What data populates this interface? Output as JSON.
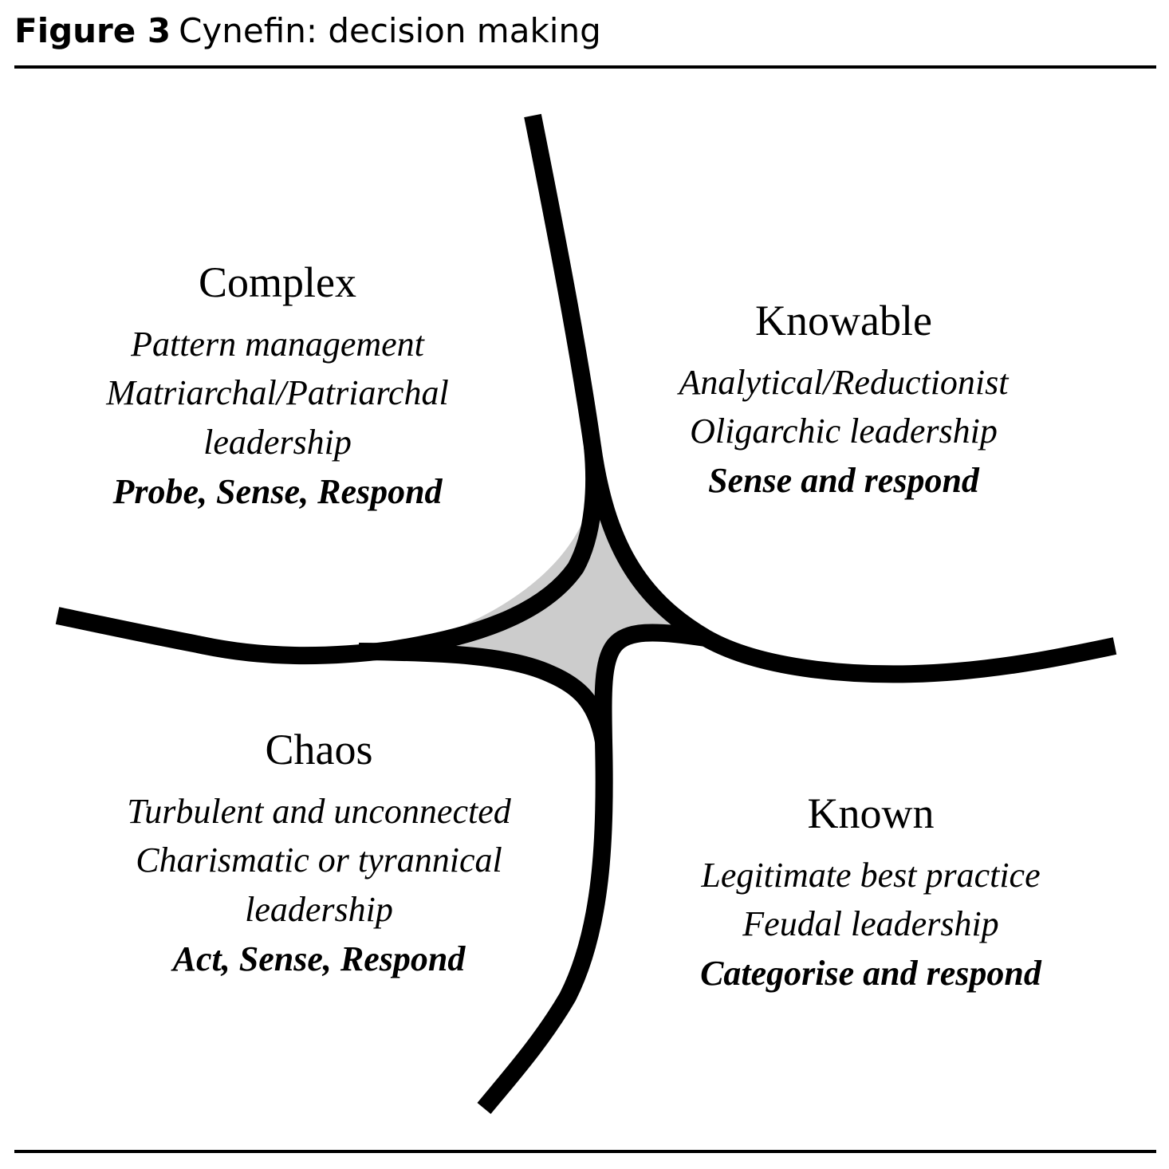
{
  "caption": {
    "label": "Figure",
    "number": "3",
    "text": "Cynefin: decision making"
  },
  "domains": {
    "complex": {
      "title": "Complex",
      "lines": [
        "Pattern management",
        "Matriarchal/Patriarchal",
        "leadership"
      ],
      "action": "Probe, Sense, Respond"
    },
    "knowable": {
      "title": "Knowable",
      "lines": [
        "Analytical/Reductionist",
        "Oligarchic leadership"
      ],
      "action": "Sense and respond"
    },
    "chaos": {
      "title": "Chaos",
      "lines": [
        "Turbulent and unconnected",
        "Charismatic or tyrannical",
        "leadership"
      ],
      "action": "Act, Sense, Respond"
    },
    "known": {
      "title": "Known",
      "lines": [
        "Legitimate best practice",
        "Feudal leadership"
      ],
      "action": "Categorise and respond"
    }
  },
  "colors": {
    "ink": "#000000",
    "center_fill": "#cccccc",
    "background": "#ffffff"
  }
}
